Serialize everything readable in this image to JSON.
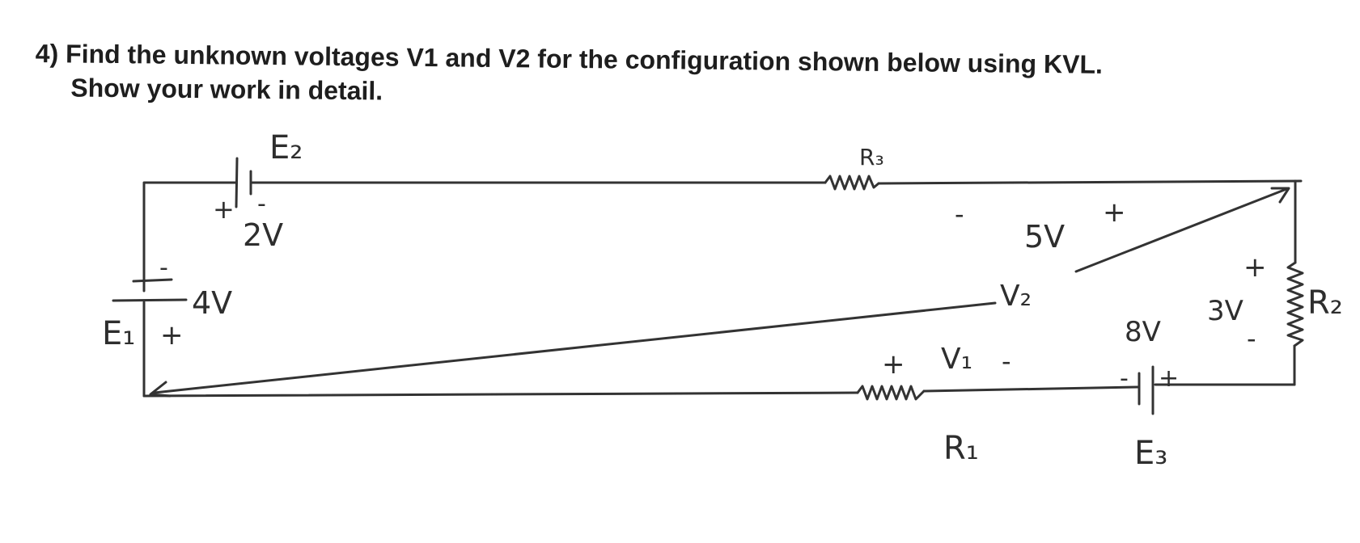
{
  "question": {
    "line1": "4) Find the unknown voltages V1 and V2 for the configuration shown below using KVL.",
    "line2": "Show your work in detail."
  },
  "circuit": {
    "e1": {
      "name": "E₁",
      "voltage": "4V",
      "plus": "+",
      "minus": "-"
    },
    "e2": {
      "name": "E₂",
      "voltage": "2V",
      "plus": "+",
      "minus": "-"
    },
    "e3": {
      "name": "E₃",
      "voltage": "8V",
      "plus": "+",
      "minus": "-"
    },
    "r1": {
      "name": "R₁",
      "voltage": "V₁",
      "plus": "+",
      "minus": "-"
    },
    "r2": {
      "name": "R₂",
      "voltage": "3V",
      "plus": "+",
      "minus": "-"
    },
    "r3": {
      "name": "R₃",
      "voltage": "5V",
      "plus": "+",
      "minus": "-"
    },
    "v2": {
      "label": "V₂"
    },
    "ink_color": "#333333"
  }
}
